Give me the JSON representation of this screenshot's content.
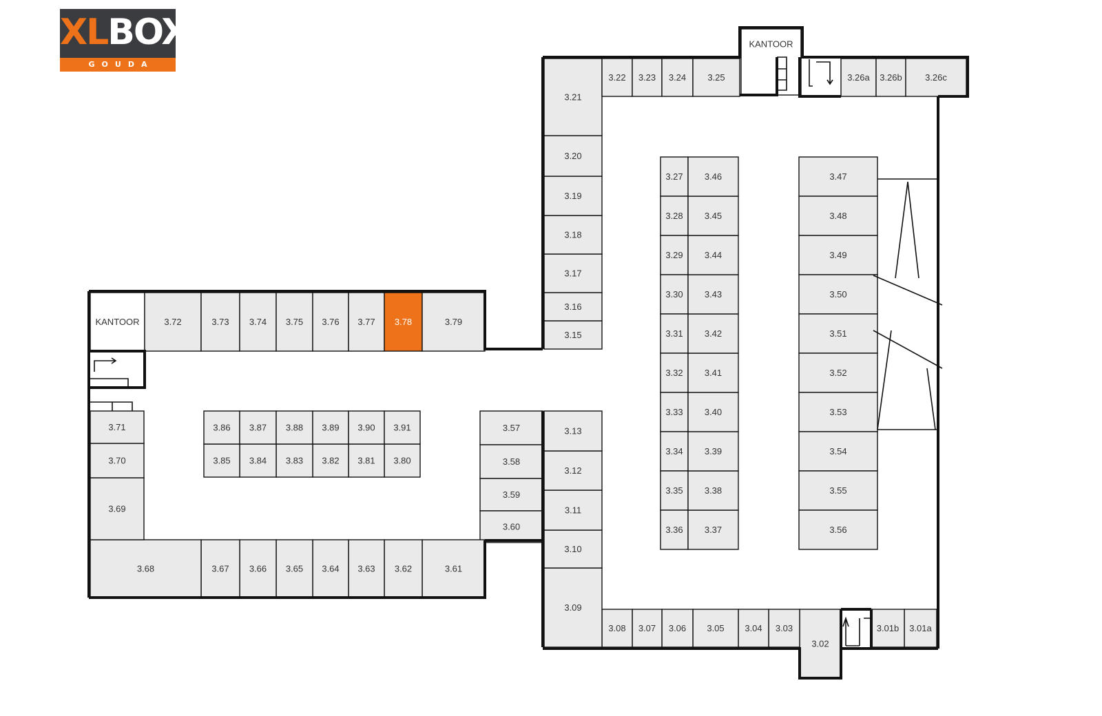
{
  "brand": {
    "word_a": "XL",
    "word_b": "BOX",
    "location": "GOUDA"
  },
  "labels": {
    "office": "KANTOOR"
  },
  "colors": {
    "unit_fill": "#eaeaea",
    "selected_fill": "#ee7219",
    "wall": "#111111",
    "logo_dark": "#3a3c3f",
    "logo_orange": "#ee7219"
  },
  "selected_unit": "3.78",
  "units": [
    "3.01a",
    "3.01b",
    "3.02",
    "3.03",
    "3.04",
    "3.05",
    "3.06",
    "3.07",
    "3.08",
    "3.09",
    "3.10",
    "3.11",
    "3.12",
    "3.13",
    "3.15",
    "3.16",
    "3.17",
    "3.18",
    "3.19",
    "3.20",
    "3.21",
    "3.22",
    "3.23",
    "3.24",
    "3.25",
    "3.26a",
    "3.26b",
    "3.26c",
    "3.27",
    "3.28",
    "3.29",
    "3.30",
    "3.31",
    "3.32",
    "3.33",
    "3.34",
    "3.35",
    "3.36",
    "3.37",
    "3.38",
    "3.39",
    "3.40",
    "3.41",
    "3.42",
    "3.43",
    "3.44",
    "3.45",
    "3.46",
    "3.47",
    "3.48",
    "3.49",
    "3.50",
    "3.51",
    "3.52",
    "3.53",
    "3.54",
    "3.55",
    "3.56",
    "3.57",
    "3.58",
    "3.59",
    "3.60",
    "3.61",
    "3.62",
    "3.63",
    "3.64",
    "3.65",
    "3.66",
    "3.67",
    "3.68",
    "3.69",
    "3.70",
    "3.71",
    "3.72",
    "3.73",
    "3.74",
    "3.75",
    "3.76",
    "3.77",
    "3.78",
    "3.79",
    "3.80",
    "3.81",
    "3.82",
    "3.83",
    "3.84",
    "3.85",
    "3.86",
    "3.87",
    "3.88",
    "3.89",
    "3.90",
    "3.91"
  ]
}
